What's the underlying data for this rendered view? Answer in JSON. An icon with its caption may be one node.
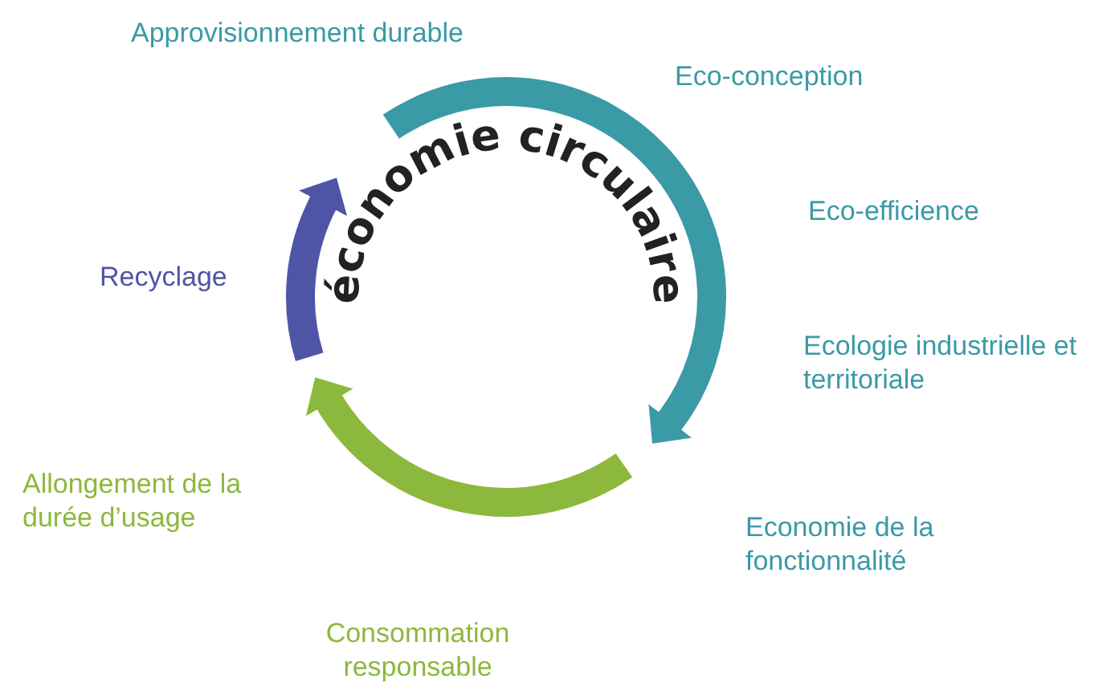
{
  "diagram": {
    "labels": [
      "Approvisionnement durable",
      "Eco-conception",
      "économie circulaire",
      "Eco-efficience",
      "Recyclage",
      "Ecologie industrielle et territoriale",
      "Allongement de la durée d’usage",
      "Economie de la fonctionnalité",
      "Consommation responsable"
    ]
  }
}
